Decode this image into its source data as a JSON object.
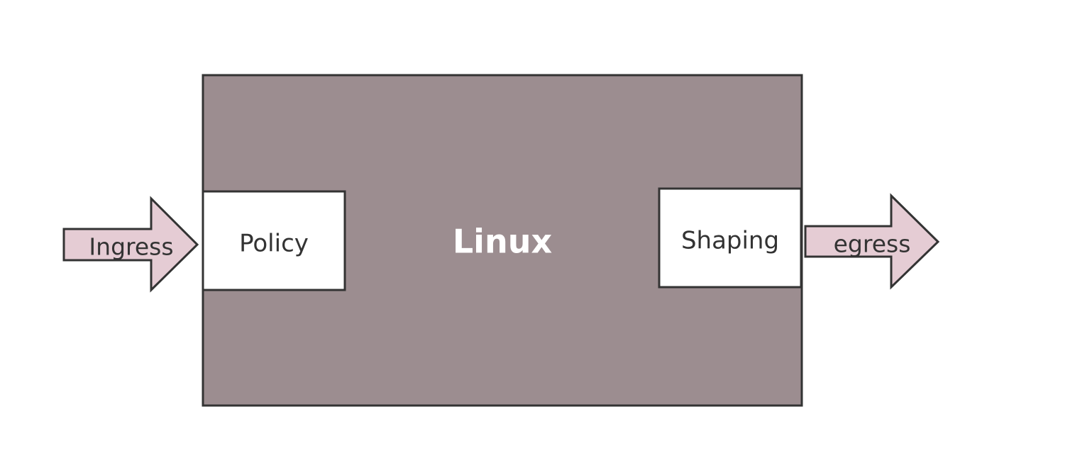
{
  "diagram": {
    "system": {
      "label": "Linux"
    },
    "stages": [
      {
        "id": "policy",
        "label": "Policy"
      },
      {
        "id": "shaping",
        "label": "Shaping"
      }
    ],
    "flows": [
      {
        "id": "ingress",
        "label": "Ingress"
      },
      {
        "id": "egress",
        "label": "egress"
      }
    ]
  },
  "colors": {
    "system_fill": "#9c8d90",
    "stroke": "#333333",
    "arrow_fill": "#e5ccd4",
    "stage_fill": "#ffffff",
    "text_dark": "#333333",
    "text_light": "#ffffff"
  }
}
